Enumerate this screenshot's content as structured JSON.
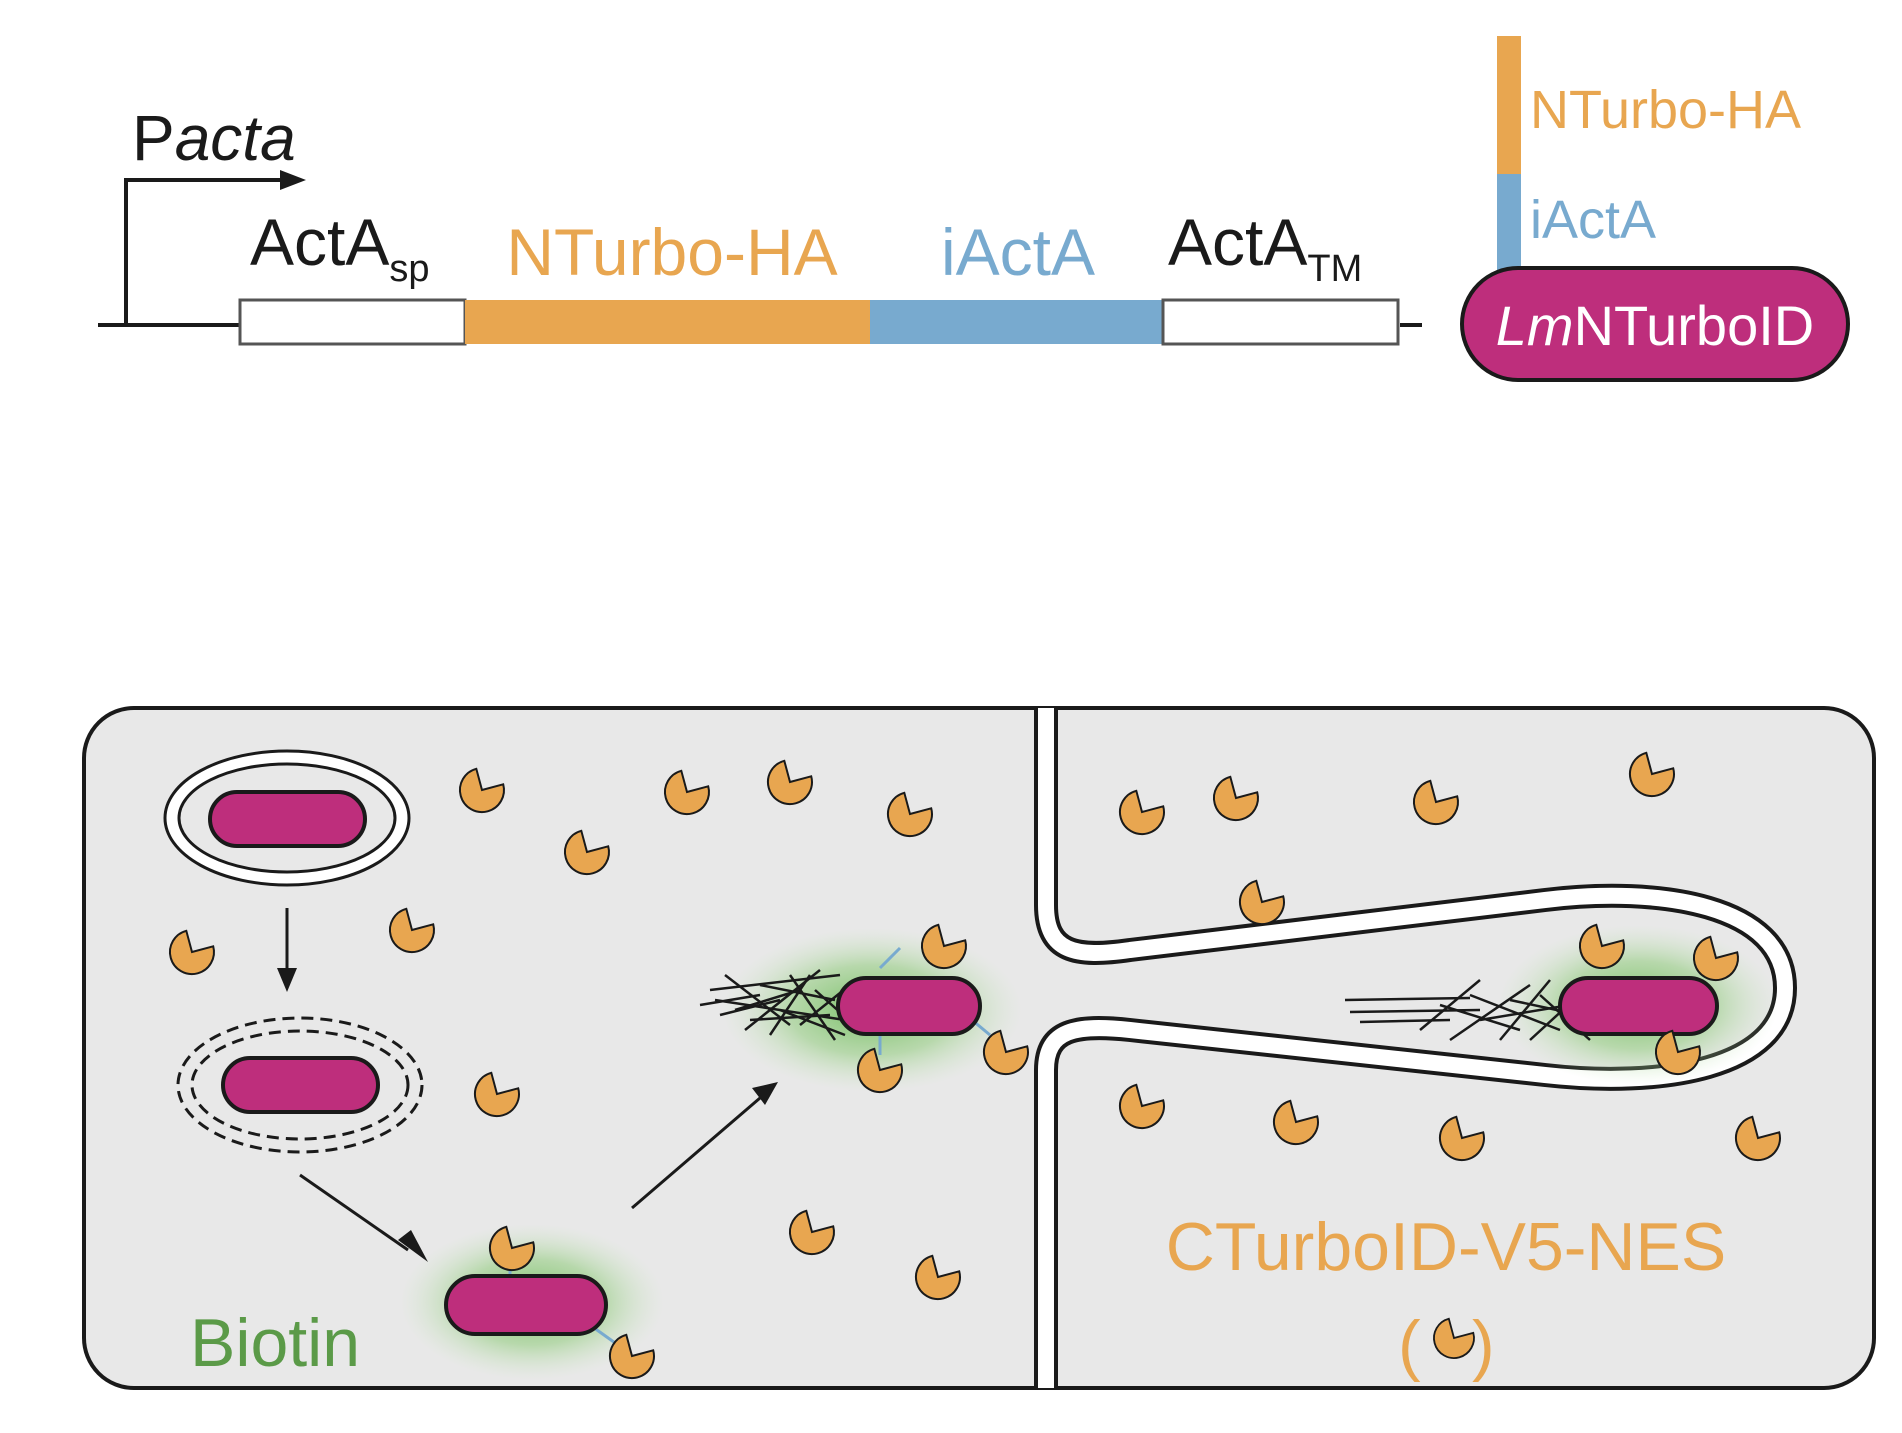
{
  "colors": {
    "orange": "#E8A650",
    "blue": "#78AACF",
    "magenta": "#BE2E7C",
    "green": "#5B9A48",
    "cell": "#E8E8E8",
    "outline": "#1A1A1A"
  },
  "construct": {
    "promoter_prefix": "P",
    "promoter_italic": "acta",
    "signal_main": "ActA",
    "signal_sub": "sp",
    "tag": "NTurbo-HA",
    "iacta": "iActA",
    "tm_main": "ActA",
    "tm_sub": "TM"
  },
  "legend": {
    "tag": "NTurbo-HA",
    "iacta": "iActA",
    "strain_italic": "Lm",
    "strain_rest": "NTurboID"
  },
  "cell_panel": {
    "biotin_label": "Biotin",
    "cturbo_label": "CTurboID-V5-NES",
    "cturbo_paren_open": "(",
    "cturbo_paren_close": ")"
  }
}
